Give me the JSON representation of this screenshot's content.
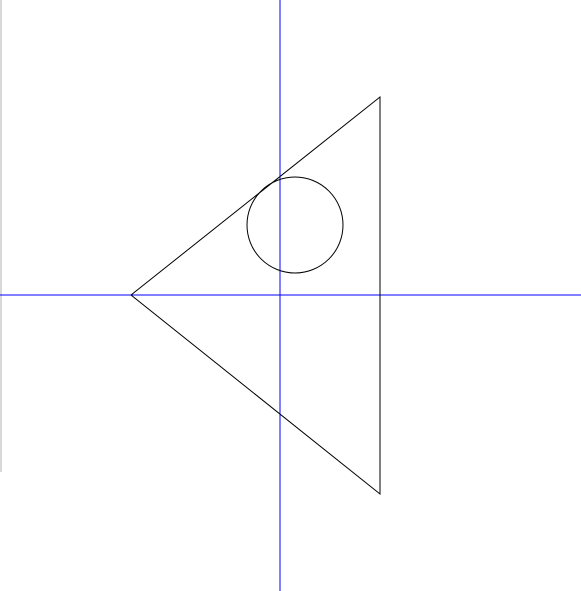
{
  "colors": {
    "background": "#ffffff",
    "axis": "#0000ff",
    "shape": "#000000",
    "window_edge": "#d8d8d8"
  },
  "figure": {
    "elements": [
      "vertical-axis",
      "horizontal-axis",
      "triangle",
      "circle"
    ]
  }
}
